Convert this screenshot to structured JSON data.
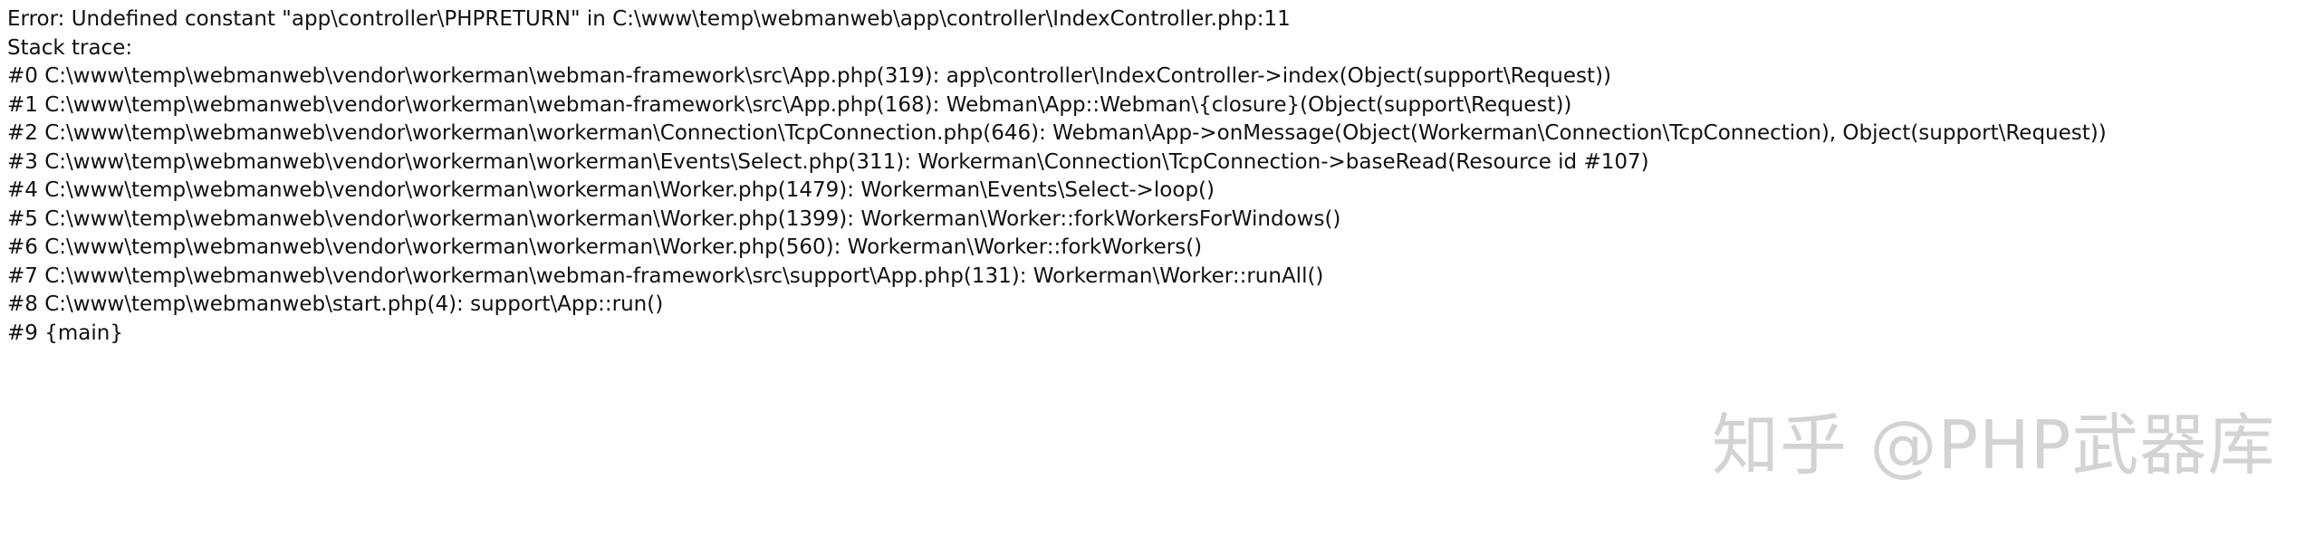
{
  "error": {
    "message": "Error: Undefined constant \"app\\controller\\PHPRETURN\" in C:\\www\\temp\\webmanweb\\app\\controller\\IndexController.php:11",
    "trace_heading": "Stack trace:",
    "trace": [
      "#0 C:\\www\\temp\\webmanweb\\vendor\\workerman\\webman-framework\\src\\App.php(319): app\\controller\\IndexController->index(Object(support\\Request))",
      "#1 C:\\www\\temp\\webmanweb\\vendor\\workerman\\webman-framework\\src\\App.php(168): Webman\\App::Webman\\{closure}(Object(support\\Request))",
      "#2 C:\\www\\temp\\webmanweb\\vendor\\workerman\\workerman\\Connection\\TcpConnection.php(646): Webman\\App->onMessage(Object(Workerman\\Connection\\TcpConnection), Object(support\\Request))",
      "#3 C:\\www\\temp\\webmanweb\\vendor\\workerman\\workerman\\Events\\Select.php(311): Workerman\\Connection\\TcpConnection->baseRead(Resource id #107)",
      "#4 C:\\www\\temp\\webmanweb\\vendor\\workerman\\workerman\\Worker.php(1479): Workerman\\Events\\Select->loop()",
      "#5 C:\\www\\temp\\webmanweb\\vendor\\workerman\\workerman\\Worker.php(1399): Workerman\\Worker::forkWorkersForWindows()",
      "#6 C:\\www\\temp\\webmanweb\\vendor\\workerman\\workerman\\Worker.php(560): Workerman\\Worker::forkWorkers()",
      "#7 C:\\www\\temp\\webmanweb\\vendor\\workerman\\webman-framework\\src\\support\\App.php(131): Workerman\\Worker::runAll()",
      "#8 C:\\www\\temp\\webmanweb\\start.php(4): support\\App::run()",
      "#9 {main}"
    ]
  },
  "watermark": "知乎 @PHP武器库",
  "colors": {
    "text": "#111111",
    "background": "#ffffff",
    "watermark": "#d3d3d3"
  }
}
